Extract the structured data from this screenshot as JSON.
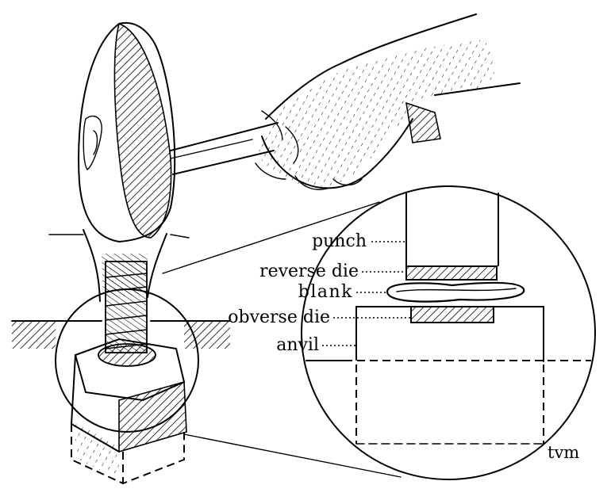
{
  "labels": {
    "punch": "punch",
    "reverse_die": "reverse die",
    "blank": "blank",
    "obverse_die": "obverse die",
    "anvil": "anvil"
  },
  "signature": "tvm"
}
